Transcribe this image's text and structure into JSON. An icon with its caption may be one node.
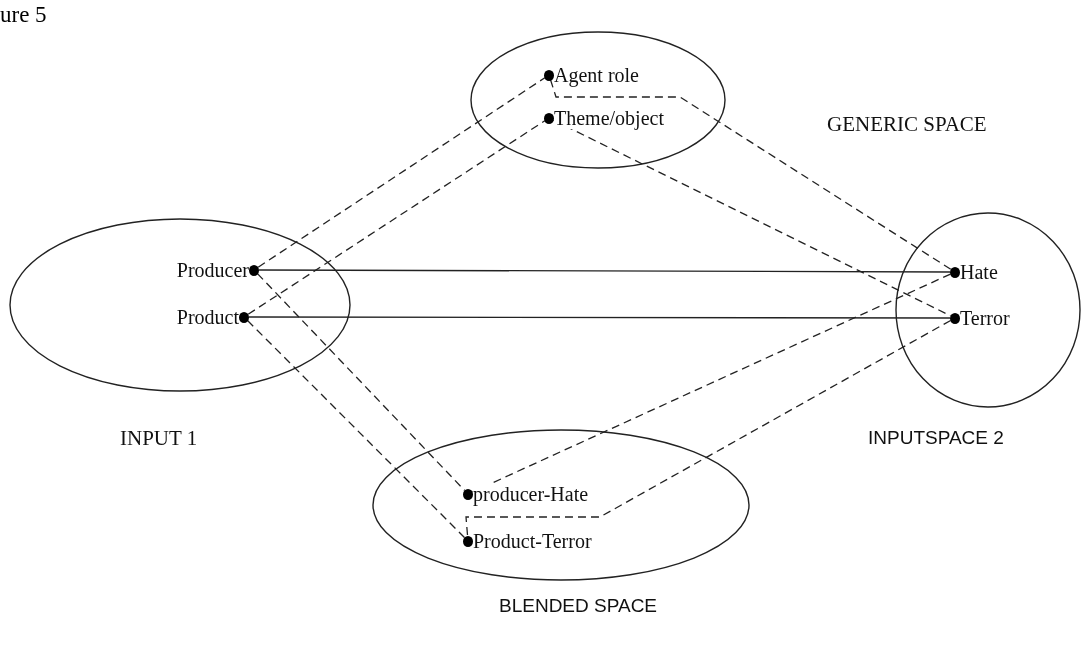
{
  "diagram": {
    "nodes": [
      {
        "text": [
          "GENERIC SPACE"
        ]
      },
      {
        "text": [
          "Agent role"
        ],
        "in": 0
      },
      {
        "text": [
          "Theme/object"
        ],
        "in": 0
      },
      {
        "text": [
          "INPUT 1"
        ]
      },
      {
        "text": [
          "Producer"
        ],
        "in": 3
      },
      {
        "text": [
          "Product"
        ],
        "in": 3
      },
      {
        "text": [
          "INPUTSPACE 2"
        ]
      },
      {
        "text": [
          "Hate"
        ],
        "in": 6
      },
      {
        "text": [
          "Terror"
        ],
        "in": 6
      },
      {
        "text": [
          "BLENDED SPACE"
        ]
      },
      {
        "text": [
          "producer-Hate"
        ],
        "in": 9
      },
      {
        "text": [
          "Product-Terror"
        ],
        "in": 9
      }
    ],
    "edges": [
      {
        "from": 4,
        "to": 1,
        "arrow": "none",
        "style": "dashed"
      },
      {
        "from": 5,
        "to": 2,
        "arrow": "none",
        "style": "dashed"
      },
      {
        "from": 1,
        "to": 7,
        "arrow": "none",
        "style": "dashed"
      },
      {
        "from": 2,
        "to": 8,
        "arrow": "none",
        "style": "dashed"
      },
      {
        "from": 4,
        "to": 7,
        "arrow": "none"
      },
      {
        "from": 5,
        "to": 8,
        "arrow": "none"
      },
      {
        "from": 4,
        "to": 10,
        "arrow": "none",
        "style": "dashed"
      },
      {
        "from": 5,
        "to": 11,
        "arrow": "none",
        "style": "dashed"
      },
      {
        "from": 7,
        "to": 10,
        "arrow": "none",
        "style": "dashed"
      },
      {
        "from": 8,
        "to": 11,
        "arrow": "none",
        "style": "dashed"
      }
    ],
    "labels": [
      "ure 5"
    ]
  }
}
